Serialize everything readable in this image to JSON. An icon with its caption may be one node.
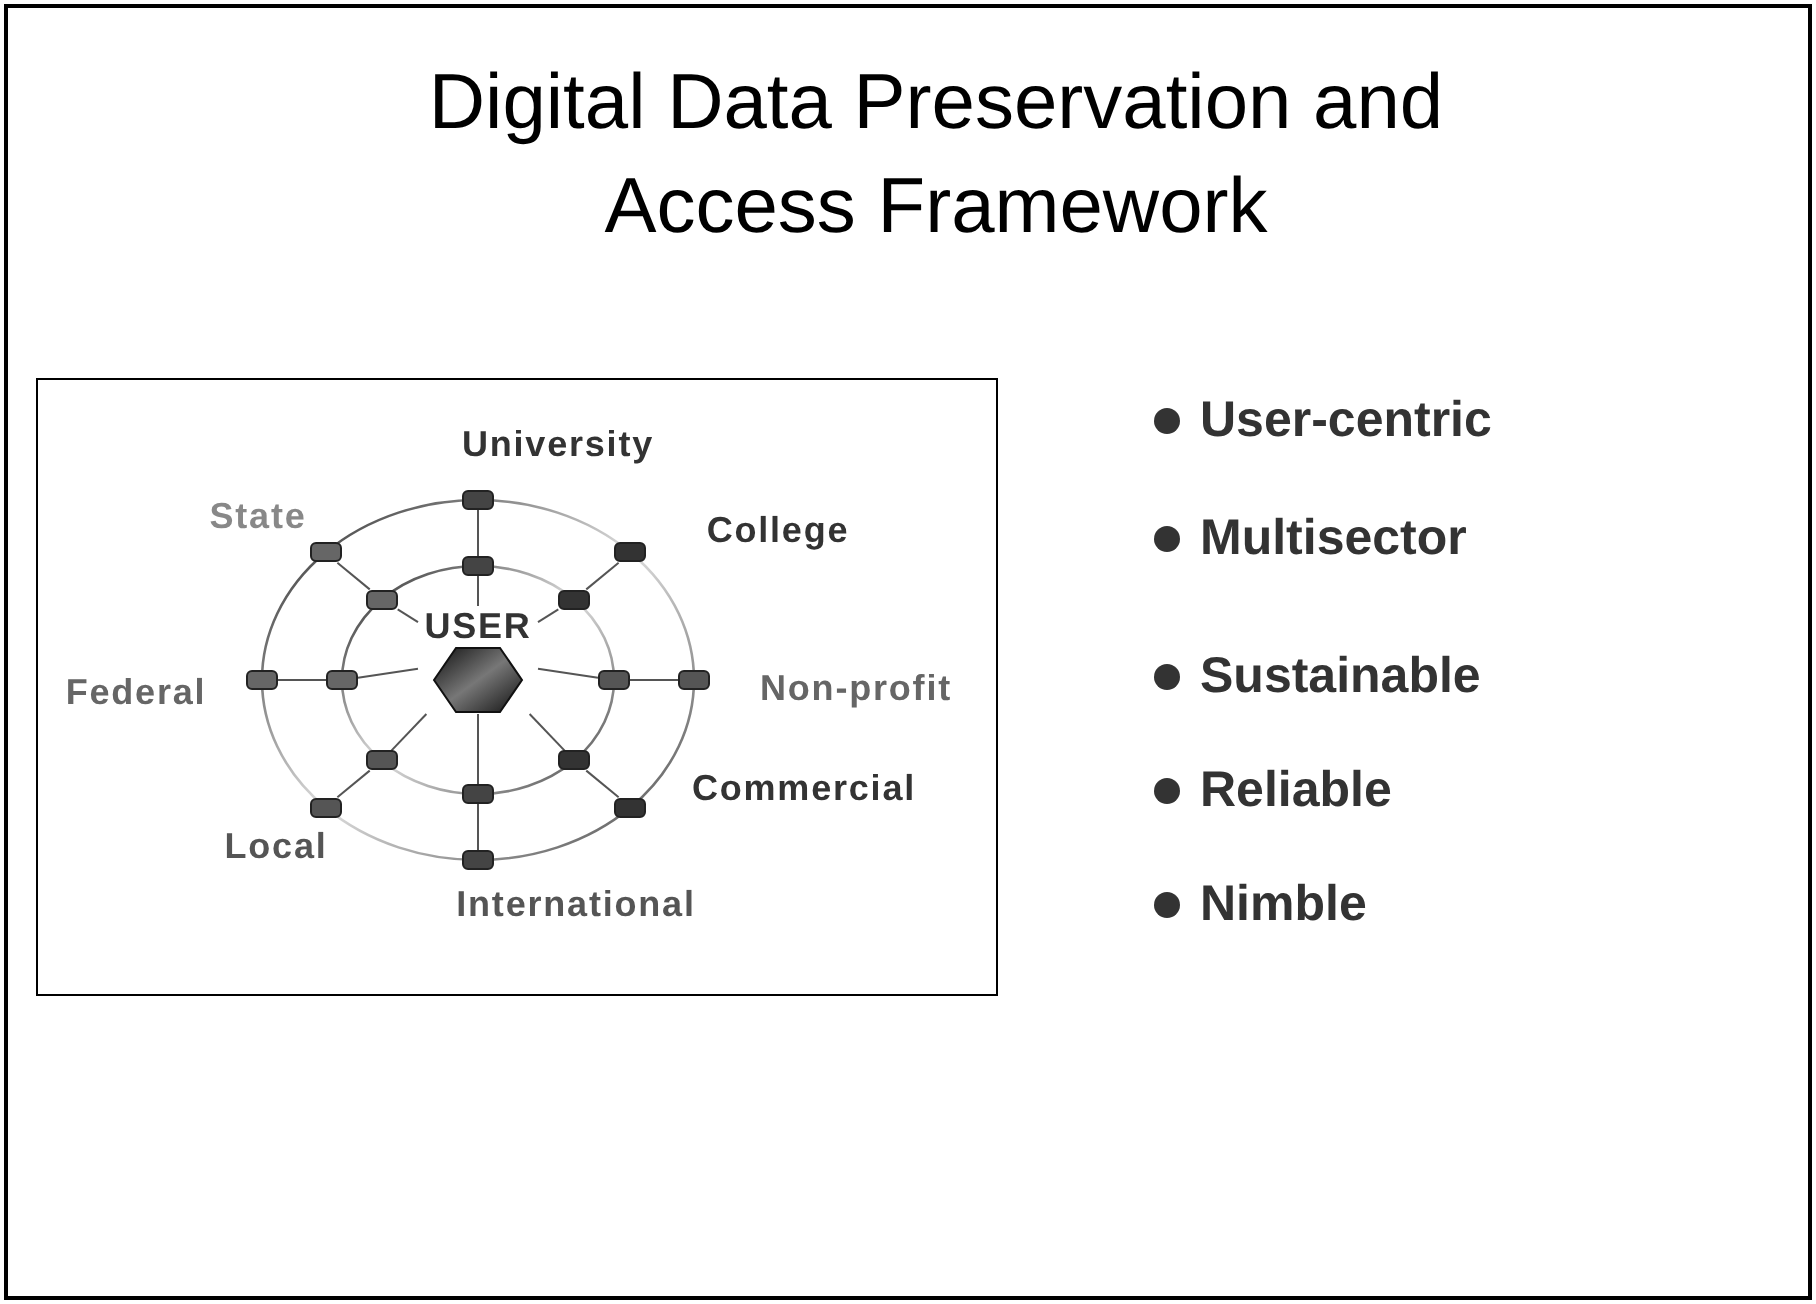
{
  "diagram": {
    "title": "Digital Data Preservation and Access Framework",
    "nodes": [
      {
        "text": [
          "USER"
        ]
      },
      {
        "text": [],
        "shape": "box",
        "beside": [
          "University"
        ]
      },
      {
        "text": [],
        "shape": "box",
        "beside": [
          "State"
        ]
      },
      {
        "text": [],
        "shape": "box",
        "beside": [
          "College"
        ]
      },
      {
        "text": [],
        "shape": "box"
      },
      {
        "text": [],
        "shape": "box"
      },
      {
        "text": [],
        "shape": "box"
      },
      {
        "text": [],
        "shape": "box",
        "beside": [
          "Federal"
        ]
      },
      {
        "text": [],
        "shape": "box"
      },
      {
        "text": [],
        "shape": "box"
      },
      {
        "text": [],
        "shape": "box",
        "beside": [
          "Non-profit"
        ]
      },
      {
        "text": [],
        "shape": "box"
      },
      {
        "text": [],
        "shape": "box"
      },
      {
        "text": [],
        "shape": "box"
      },
      {
        "text": [],
        "shape": "box",
        "beside": [
          "Local"
        ]
      },
      {
        "text": [],
        "shape": "box",
        "beside": [
          "Commercial"
        ]
      },
      {
        "text": [],
        "shape": "box",
        "beside": [
          "International"
        ]
      }
    ],
    "edges": [
      {
        "from": 0,
        "to": 4,
        "arrow": "none"
      },
      {
        "from": 0,
        "to": 5,
        "arrow": "none"
      },
      {
        "from": 0,
        "to": 6,
        "arrow": "none"
      },
      {
        "from": 0,
        "to": 8,
        "arrow": "none"
      },
      {
        "from": 0,
        "to": 9,
        "arrow": "none"
      },
      {
        "from": 0,
        "to": 11,
        "arrow": "none"
      },
      {
        "from": 0,
        "to": 12,
        "arrow": "none"
      },
      {
        "from": 0,
        "to": 13,
        "arrow": "none"
      },
      {
        "from": 4,
        "to": 1,
        "arrow": "none"
      },
      {
        "from": 5,
        "to": 2,
        "arrow": "none"
      },
      {
        "from": 6,
        "to": 3,
        "arrow": "none"
      },
      {
        "from": 8,
        "to": 7,
        "arrow": "none"
      },
      {
        "from": 9,
        "to": 10,
        "arrow": "none"
      },
      {
        "from": 11,
        "to": 14,
        "arrow": "none"
      },
      {
        "from": 12,
        "to": 15,
        "arrow": "none"
      },
      {
        "from": 13,
        "to": 16,
        "arrow": "none"
      }
    ],
    "labels": [
      "User-centric",
      "Multisector",
      "Sustainable",
      "Reliable",
      "Nimble"
    ]
  }
}
